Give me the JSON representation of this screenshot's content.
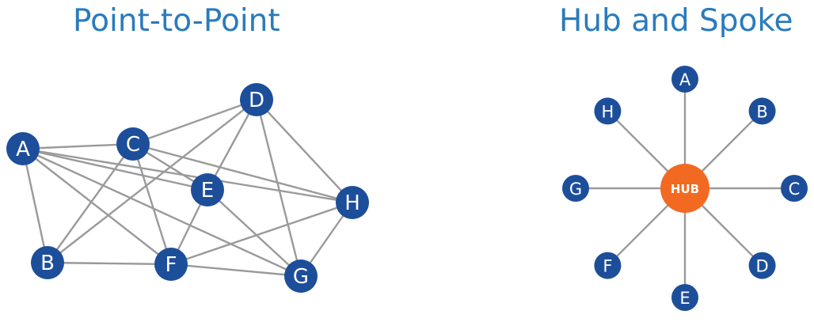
{
  "titles": {
    "point_to_point": "Point-to-Point",
    "hub_and_spoke": "Hub and Spoke"
  },
  "point_to_point": {
    "nodes": [
      "A",
      "B",
      "C",
      "D",
      "E",
      "F",
      "G",
      "H"
    ],
    "edges": [
      [
        "A",
        "C"
      ],
      [
        "A",
        "B"
      ],
      [
        "A",
        "E"
      ],
      [
        "A",
        "H"
      ],
      [
        "A",
        "F"
      ],
      [
        "A",
        "G"
      ],
      [
        "C",
        "D"
      ],
      [
        "C",
        "B"
      ],
      [
        "C",
        "F"
      ],
      [
        "C",
        "E"
      ],
      [
        "C",
        "H"
      ],
      [
        "D",
        "E"
      ],
      [
        "D",
        "B"
      ],
      [
        "D",
        "G"
      ],
      [
        "D",
        "H"
      ],
      [
        "E",
        "F"
      ],
      [
        "E",
        "G"
      ],
      [
        "B",
        "F"
      ],
      [
        "F",
        "H"
      ],
      [
        "F",
        "G"
      ],
      [
        "G",
        "H"
      ]
    ]
  },
  "hub_and_spoke": {
    "hub_label": "HUB",
    "spokes": [
      "A",
      "B",
      "C",
      "D",
      "E",
      "F",
      "G",
      "H"
    ]
  },
  "colors": {
    "title": "#2a7bbd",
    "node": "#1d4e9a",
    "hub": "#f26a21",
    "edge": "#9a9a9a",
    "label": "#ffffff"
  }
}
